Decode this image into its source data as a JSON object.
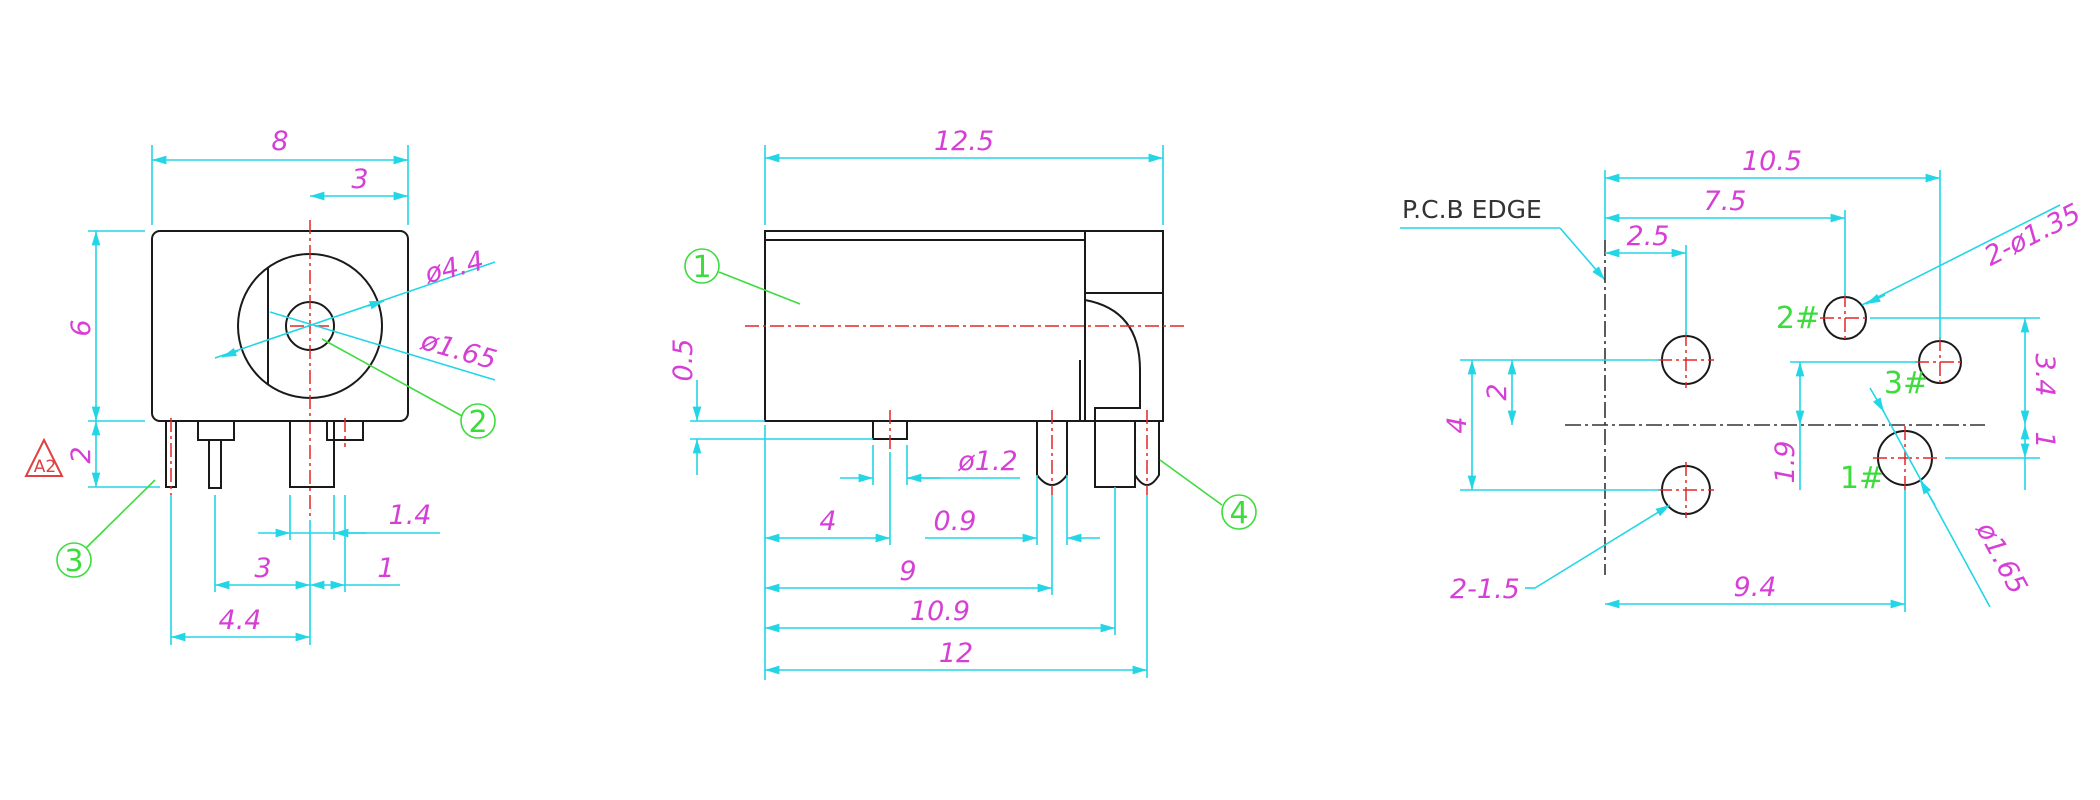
{
  "left_view": {
    "dims": {
      "width": "8",
      "offset": "3",
      "height": "6",
      "pin": "2",
      "d44": "ø4.4",
      "d165": "ø1.65",
      "p14": "1.4",
      "p3": "3",
      "p1": "1",
      "p44": "4.4"
    },
    "balloons": {
      "b2": "2",
      "b3": "3"
    },
    "warning_badge": "A2"
  },
  "side_view": {
    "dims": {
      "len": "12.5",
      "d05": "0.5",
      "d12": "ø1.2",
      "d4": "4",
      "d09": "0.9",
      "d9": "9",
      "d109": "10.9",
      "d12b": "12"
    },
    "balloons": {
      "b1": "1",
      "b4": "4"
    }
  },
  "pcb_view": {
    "pcb_edge": "P.C.B EDGE",
    "dims": {
      "d105": "10.5",
      "d75": "7.5",
      "d25": "2.5",
      "d2135": "2-ø1.35",
      "d4": "4",
      "d2": "2",
      "d34": "3.4",
      "d1": "1",
      "d19": "1.9",
      "d215": "2-1.5",
      "d94": "9.4",
      "d165": "ø1.65"
    },
    "pins": {
      "p1": "1#",
      "p2": "2#",
      "p3": "3#"
    }
  },
  "colors": {
    "dimension_text": "#d63fd6",
    "dimension_line": "#22d6e6",
    "center_line": "#e02828",
    "callout": "#3ddc3d",
    "outline": "#1a1a1a"
  }
}
